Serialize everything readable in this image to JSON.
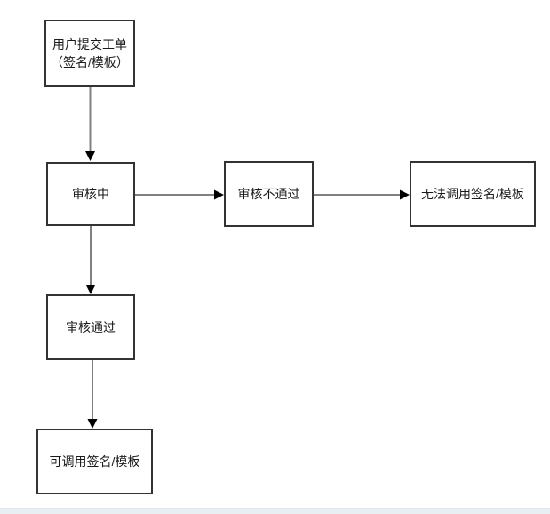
{
  "diagram": {
    "nodes": {
      "submit": {
        "line1": "用户提交工单",
        "line2": "（签名/模板）"
      },
      "reviewing": {
        "label": "审核中"
      },
      "rejected": {
        "label": "审核不通过"
      },
      "unusable": {
        "label": "无法调用签名/模板"
      },
      "approved": {
        "label": "审核通过"
      },
      "usable": {
        "label": "可调用签名/模板"
      }
    },
    "edges": [
      {
        "from": "submit",
        "to": "reviewing"
      },
      {
        "from": "reviewing",
        "to": "rejected"
      },
      {
        "from": "rejected",
        "to": "unusable"
      },
      {
        "from": "reviewing",
        "to": "approved"
      },
      {
        "from": "approved",
        "to": "usable"
      }
    ],
    "colors": {
      "box_border": "#333333",
      "connector_line": "#808080",
      "arrowhead": "#000000",
      "background": "#ffffff",
      "text": "#1a1a1a",
      "footer_band": "#e9eef3"
    }
  }
}
